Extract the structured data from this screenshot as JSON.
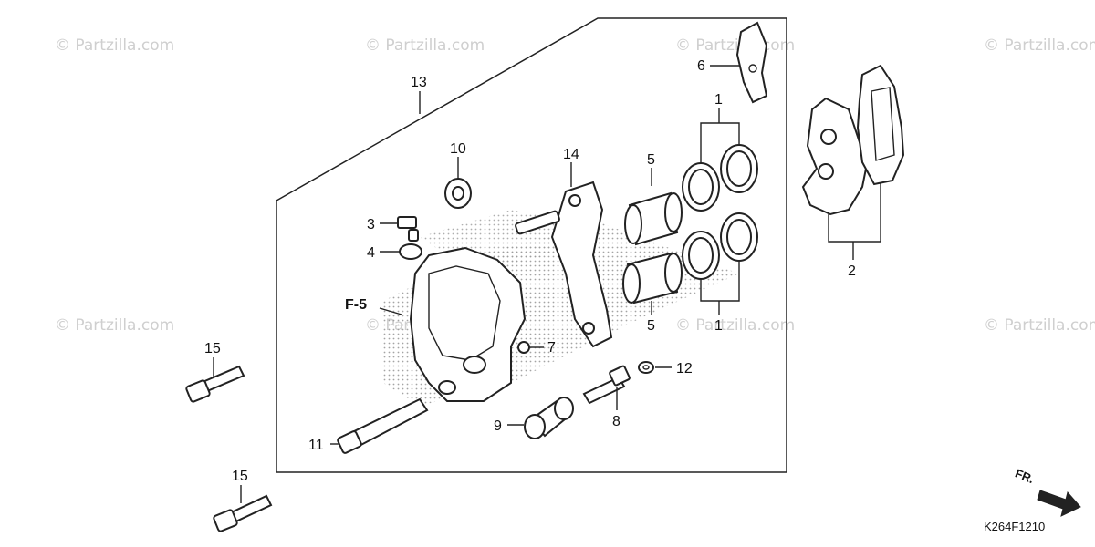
{
  "watermark": {
    "text": "© Partzilla.com",
    "color": "#cfcfcf"
  },
  "diagram_ref": "K264F1210",
  "front_marker": "FR.",
  "reference_marker": "F-5",
  "callouts": {
    "c1_top": "1",
    "c1_bottom": "1",
    "c2": "2",
    "c3": "3",
    "c4": "4",
    "c5_top": "5",
    "c5_bottom": "5",
    "c6": "6",
    "c7": "7",
    "c8": "8",
    "c9": "9",
    "c10": "10",
    "c11": "11",
    "c12": "12",
    "c13": "13",
    "c14": "14",
    "c15_top": "15",
    "c15_bottom": "15"
  },
  "colors": {
    "line": "#222222",
    "shading": "#bdbdbd",
    "background": "#ffffff"
  }
}
